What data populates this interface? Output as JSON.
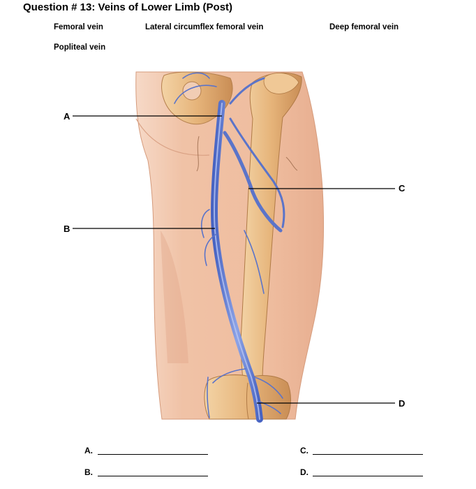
{
  "title": "Question # 13: Veins of Lower Limb (Post)",
  "word_bank": [
    "Femoral vein",
    "Lateral circumflex femoral vein",
    "Deep femoral vein",
    "Popliteal vein"
  ],
  "labels": {
    "a": "A",
    "b": "B",
    "c": "C",
    "d": "D"
  },
  "answers": {
    "a": "A.",
    "b": "B.",
    "c": "C.",
    "d": "D."
  },
  "colors": {
    "skin": "#f2c9b0",
    "bone": "#e8bd86",
    "vein": "#5b74c9",
    "leader": "#000000"
  }
}
